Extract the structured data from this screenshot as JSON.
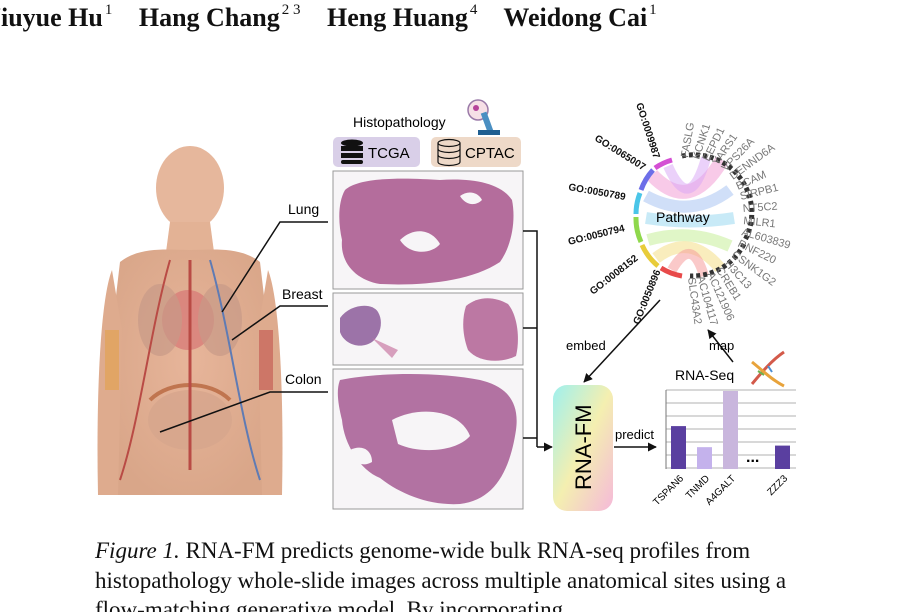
{
  "authors": [
    {
      "name": "Jiuyue Hu",
      "aff": "1"
    },
    {
      "name": "Hang Chang",
      "aff": "2 3"
    },
    {
      "name": "Heng Huang",
      "aff": "4"
    },
    {
      "name": "Weidong Cai",
      "aff": "1"
    }
  ],
  "figure": {
    "histopathology_label": "Histopathology",
    "datasets": [
      {
        "label": "TCGA",
        "color": "#d9cfe8"
      },
      {
        "label": "CPTAC",
        "color": "#eed9c8"
      }
    ],
    "organs": [
      "Lung",
      "Breast",
      "Colon"
    ],
    "embed_label": "embed",
    "map_label": "map",
    "predict_label": "predict",
    "model_label": "RNA-FM",
    "rnaseq_label": "RNA-Seq",
    "pathway": {
      "center_label": "Pathway",
      "go_terms": [
        "GO:0009987",
        "GO:0065007",
        "GO:0050789",
        "GO:0050794",
        "GO:0008152",
        "GO:0050896"
      ],
      "genes": [
        "FASLG",
        "KCNK1",
        "EEPD1",
        "YARS1",
        "VPS26A",
        "DENND6A",
        "BCAM",
        "SIRPB1",
        "NT5C2",
        "MILR1",
        "AL603839",
        "RNF220",
        "CSNK1G2",
        "H3C13",
        "CREB1",
        "AC121906",
        "AC104117",
        "SLC43A2"
      ]
    },
    "bar_chart": {
      "genes": [
        "TSPAN6",
        "TNMD",
        "A4GALT",
        "ZZZ3"
      ],
      "values": [
        0.55,
        0.28,
        1.0,
        0.3
      ],
      "colors": [
        "#5a3fa0",
        "#c4b2ec",
        "#c9b6dd",
        "#5a3fa0"
      ],
      "ellipsis": "..."
    }
  },
  "caption": {
    "label": "Figure 1.",
    "text": "RNA-FM predicts genome-wide bulk RNA-seq profiles from histopathology whole-slide images across multiple anatomical sites using a flow-matching generative model. By incorporating"
  }
}
